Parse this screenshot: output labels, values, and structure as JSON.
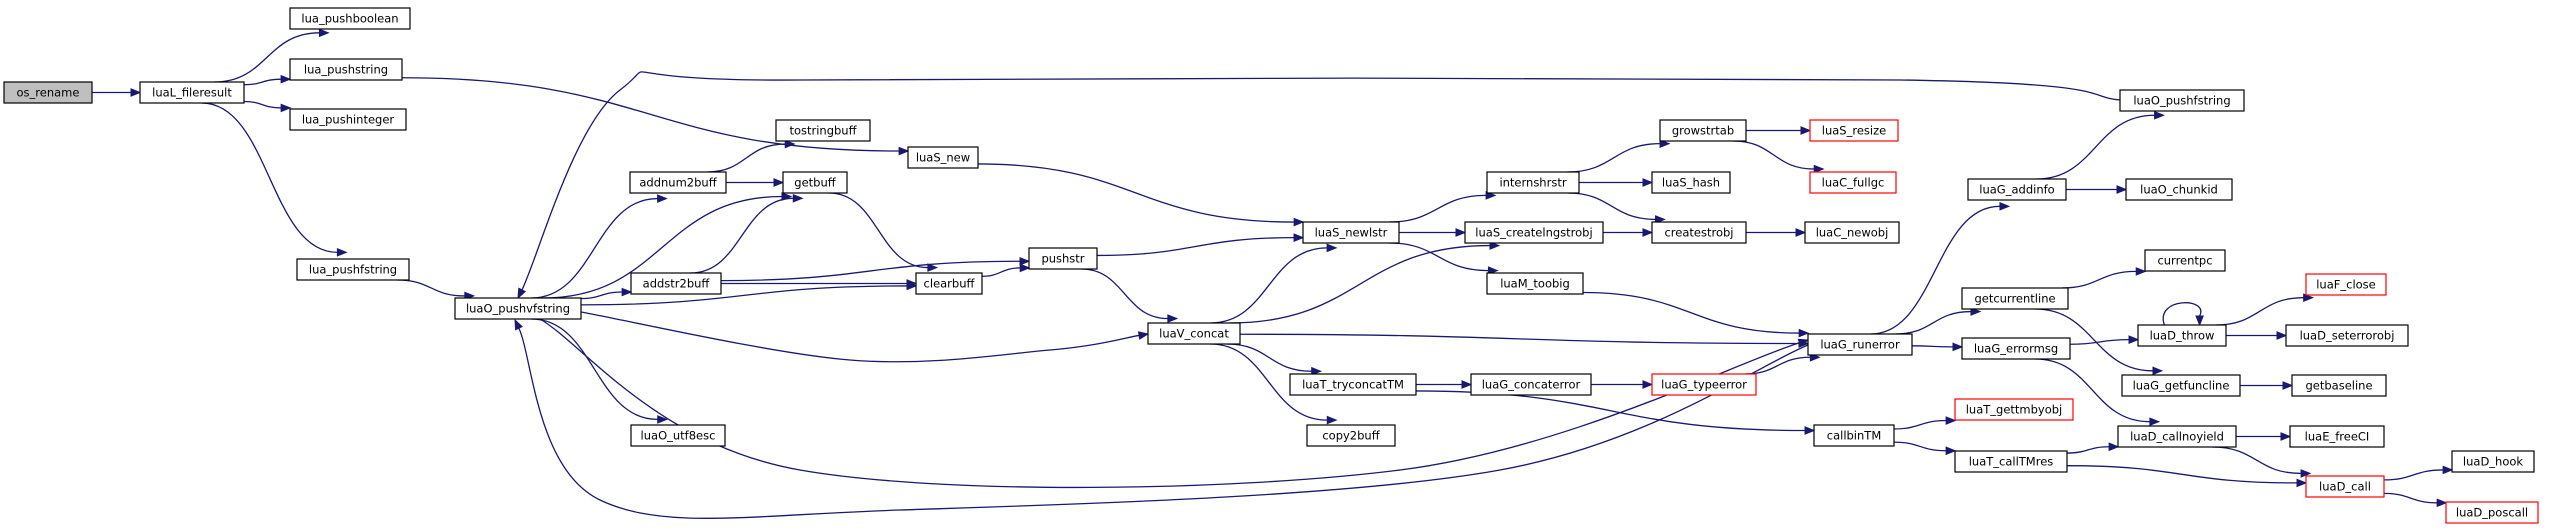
{
  "diagram": {
    "colors": {
      "edge": "#191970",
      "node_border": "#000000",
      "truncated_border": "#ff0000",
      "root_fill": "#bfbfbf",
      "node_fill": "#ffffff"
    },
    "nodes": [
      {
        "id": "os_rename",
        "label": "os_rename",
        "kind": "root"
      },
      {
        "id": "luaL_fileresult",
        "label": "luaL_fileresult",
        "kind": "normal"
      },
      {
        "id": "lua_pushboolean",
        "label": "lua_pushboolean",
        "kind": "normal"
      },
      {
        "id": "lua_pushstring",
        "label": "lua_pushstring",
        "kind": "normal"
      },
      {
        "id": "lua_pushinteger",
        "label": "lua_pushinteger",
        "kind": "normal"
      },
      {
        "id": "lua_pushfstring",
        "label": "lua_pushfstring",
        "kind": "normal"
      },
      {
        "id": "luaO_pushvfstring",
        "label": "luaO_pushvfstring",
        "kind": "normal"
      },
      {
        "id": "addnum2buff",
        "label": "addnum2buff",
        "kind": "normal"
      },
      {
        "id": "tostringbuff",
        "label": "tostringbuff",
        "kind": "normal"
      },
      {
        "id": "getbuff",
        "label": "getbuff",
        "kind": "normal"
      },
      {
        "id": "addstr2buff",
        "label": "addstr2buff",
        "kind": "normal"
      },
      {
        "id": "clearbuff",
        "label": "clearbuff",
        "kind": "normal"
      },
      {
        "id": "pushstr",
        "label": "pushstr",
        "kind": "normal"
      },
      {
        "id": "luaO_utf8esc",
        "label": "luaO_utf8esc",
        "kind": "normal"
      },
      {
        "id": "luaS_new",
        "label": "luaS_new",
        "kind": "normal"
      },
      {
        "id": "luaS_newlstr",
        "label": "luaS_newlstr",
        "kind": "normal"
      },
      {
        "id": "luaV_concat",
        "label": "luaV_concat",
        "kind": "normal"
      },
      {
        "id": "luaT_tryconcatTM",
        "label": "luaT_tryconcatTM",
        "kind": "normal"
      },
      {
        "id": "copy2buff",
        "label": "copy2buff",
        "kind": "normal"
      },
      {
        "id": "internshrstr",
        "label": "internshrstr",
        "kind": "normal"
      },
      {
        "id": "luaS_createlngstrobj",
        "label": "luaS_createlngstrobj",
        "kind": "normal"
      },
      {
        "id": "luaM_toobig",
        "label": "luaM_toobig",
        "kind": "normal"
      },
      {
        "id": "growstrtab",
        "label": "growstrtab",
        "kind": "normal"
      },
      {
        "id": "luaS_hash",
        "label": "luaS_hash",
        "kind": "normal"
      },
      {
        "id": "createstrobj",
        "label": "createstrobj",
        "kind": "normal"
      },
      {
        "id": "luaS_resize",
        "label": "luaS_resize",
        "kind": "truncated"
      },
      {
        "id": "luaC_fullgc",
        "label": "luaC_fullgc",
        "kind": "truncated"
      },
      {
        "id": "luaC_newobj",
        "label": "luaC_newobj",
        "kind": "normal"
      },
      {
        "id": "luaG_concaterror",
        "label": "luaG_concaterror",
        "kind": "normal"
      },
      {
        "id": "luaG_typeerror",
        "label": "luaG_typeerror",
        "kind": "truncated"
      },
      {
        "id": "callbinTM",
        "label": "callbinTM",
        "kind": "normal"
      },
      {
        "id": "luaG_runerror",
        "label": "luaG_runerror",
        "kind": "normal"
      },
      {
        "id": "luaG_addinfo",
        "label": "luaG_addinfo",
        "kind": "normal"
      },
      {
        "id": "luaO_pushfstring",
        "label": "luaO_pushfstring",
        "kind": "normal"
      },
      {
        "id": "luaO_chunkid",
        "label": "luaO_chunkid",
        "kind": "normal"
      },
      {
        "id": "getcurrentline",
        "label": "getcurrentline",
        "kind": "normal"
      },
      {
        "id": "currentpc",
        "label": "currentpc",
        "kind": "normal"
      },
      {
        "id": "luaG_errormsg",
        "label": "luaG_errormsg",
        "kind": "normal"
      },
      {
        "id": "luaD_throw",
        "label": "luaD_throw",
        "kind": "normal"
      },
      {
        "id": "luaF_close",
        "label": "luaF_close",
        "kind": "truncated"
      },
      {
        "id": "luaD_seterrorobj",
        "label": "luaD_seterrorobj",
        "kind": "normal"
      },
      {
        "id": "luaG_getfuncline",
        "label": "luaG_getfuncline",
        "kind": "normal"
      },
      {
        "id": "getbaseline",
        "label": "getbaseline",
        "kind": "normal"
      },
      {
        "id": "luaT_gettmbyobj",
        "label": "luaT_gettmbyobj",
        "kind": "truncated"
      },
      {
        "id": "luaT_callTMres",
        "label": "luaT_callTMres",
        "kind": "normal"
      },
      {
        "id": "luaD_callnoyield",
        "label": "luaD_callnoyield",
        "kind": "normal"
      },
      {
        "id": "luaE_freeCI",
        "label": "luaE_freeCI",
        "kind": "normal"
      },
      {
        "id": "luaD_call",
        "label": "luaD_call",
        "kind": "truncated"
      },
      {
        "id": "luaD_hook",
        "label": "luaD_hook",
        "kind": "normal"
      },
      {
        "id": "luaD_poscall",
        "label": "luaD_poscall",
        "kind": "truncated"
      }
    ],
    "edges": [
      [
        "os_rename",
        "luaL_fileresult"
      ],
      [
        "luaL_fileresult",
        "lua_pushboolean"
      ],
      [
        "luaL_fileresult",
        "lua_pushstring"
      ],
      [
        "luaL_fileresult",
        "lua_pushinteger"
      ],
      [
        "luaL_fileresult",
        "lua_pushfstring"
      ],
      [
        "lua_pushstring",
        "luaS_new"
      ],
      [
        "lua_pushfstring",
        "luaO_pushvfstring"
      ],
      [
        "luaO_pushvfstring",
        "addnum2buff"
      ],
      [
        "luaO_pushvfstring",
        "getbuff"
      ],
      [
        "luaO_pushvfstring",
        "addstr2buff"
      ],
      [
        "luaO_pushvfstring",
        "clearbuff"
      ],
      [
        "luaO_pushvfstring",
        "luaO_utf8esc"
      ],
      [
        "luaO_pushvfstring",
        "luaV_concat"
      ],
      [
        "luaO_pushvfstring",
        "luaG_runerror"
      ],
      [
        "addnum2buff",
        "tostringbuff"
      ],
      [
        "addnum2buff",
        "getbuff"
      ],
      [
        "addstr2buff",
        "getbuff"
      ],
      [
        "addstr2buff",
        "clearbuff"
      ],
      [
        "addstr2buff",
        "pushstr"
      ],
      [
        "getbuff",
        "clearbuff"
      ],
      [
        "clearbuff",
        "pushstr"
      ],
      [
        "pushstr",
        "luaS_newlstr"
      ],
      [
        "pushstr",
        "luaV_concat"
      ],
      [
        "luaS_new",
        "luaS_newlstr"
      ],
      [
        "luaS_newlstr",
        "internshrstr"
      ],
      [
        "luaS_newlstr",
        "luaS_createlngstrobj"
      ],
      [
        "luaS_newlstr",
        "luaM_toobig"
      ],
      [
        "luaV_concat",
        "luaS_newlstr"
      ],
      [
        "luaV_concat",
        "luaS_createlngstrobj"
      ],
      [
        "luaV_concat",
        "luaT_tryconcatTM"
      ],
      [
        "luaV_concat",
        "copy2buff"
      ],
      [
        "luaV_concat",
        "luaG_runerror"
      ],
      [
        "internshrstr",
        "growstrtab"
      ],
      [
        "internshrstr",
        "luaS_hash"
      ],
      [
        "internshrstr",
        "createstrobj"
      ],
      [
        "growstrtab",
        "luaS_resize"
      ],
      [
        "growstrtab",
        "luaC_fullgc"
      ],
      [
        "luaS_createlngstrobj",
        "createstrobj"
      ],
      [
        "createstrobj",
        "luaC_newobj"
      ],
      [
        "luaM_toobig",
        "luaG_runerror"
      ],
      [
        "luaT_tryconcatTM",
        "luaG_concaterror"
      ],
      [
        "luaT_tryconcatTM",
        "callbinTM"
      ],
      [
        "luaG_concaterror",
        "luaG_typeerror"
      ],
      [
        "luaG_typeerror",
        "luaG_runerror"
      ],
      [
        "callbinTM",
        "luaT_gettmbyobj"
      ],
      [
        "callbinTM",
        "luaT_callTMres"
      ],
      [
        "luaG_runerror",
        "luaO_pushvfstring"
      ],
      [
        "luaG_runerror",
        "luaG_addinfo"
      ],
      [
        "luaG_runerror",
        "getcurrentline"
      ],
      [
        "luaG_runerror",
        "luaG_errormsg"
      ],
      [
        "luaG_addinfo",
        "luaO_pushfstring"
      ],
      [
        "luaG_addinfo",
        "luaO_chunkid"
      ],
      [
        "luaO_pushfstring",
        "luaO_pushvfstring"
      ],
      [
        "getcurrentline",
        "currentpc"
      ],
      [
        "getcurrentline",
        "luaG_getfuncline"
      ],
      [
        "luaG_errormsg",
        "luaD_throw"
      ],
      [
        "luaG_errormsg",
        "luaD_callnoyield"
      ],
      [
        "luaD_throw",
        "luaD_throw"
      ],
      [
        "luaD_throw",
        "luaF_close"
      ],
      [
        "luaD_throw",
        "luaD_seterrorobj"
      ],
      [
        "luaG_getfuncline",
        "getbaseline"
      ],
      [
        "luaT_callTMres",
        "luaD_callnoyield"
      ],
      [
        "luaT_callTMres",
        "luaD_call"
      ],
      [
        "luaD_callnoyield",
        "luaE_freeCI"
      ],
      [
        "luaD_callnoyield",
        "luaD_call"
      ],
      [
        "luaD_call",
        "luaD_hook"
      ],
      [
        "luaD_call",
        "luaD_poscall"
      ]
    ]
  }
}
